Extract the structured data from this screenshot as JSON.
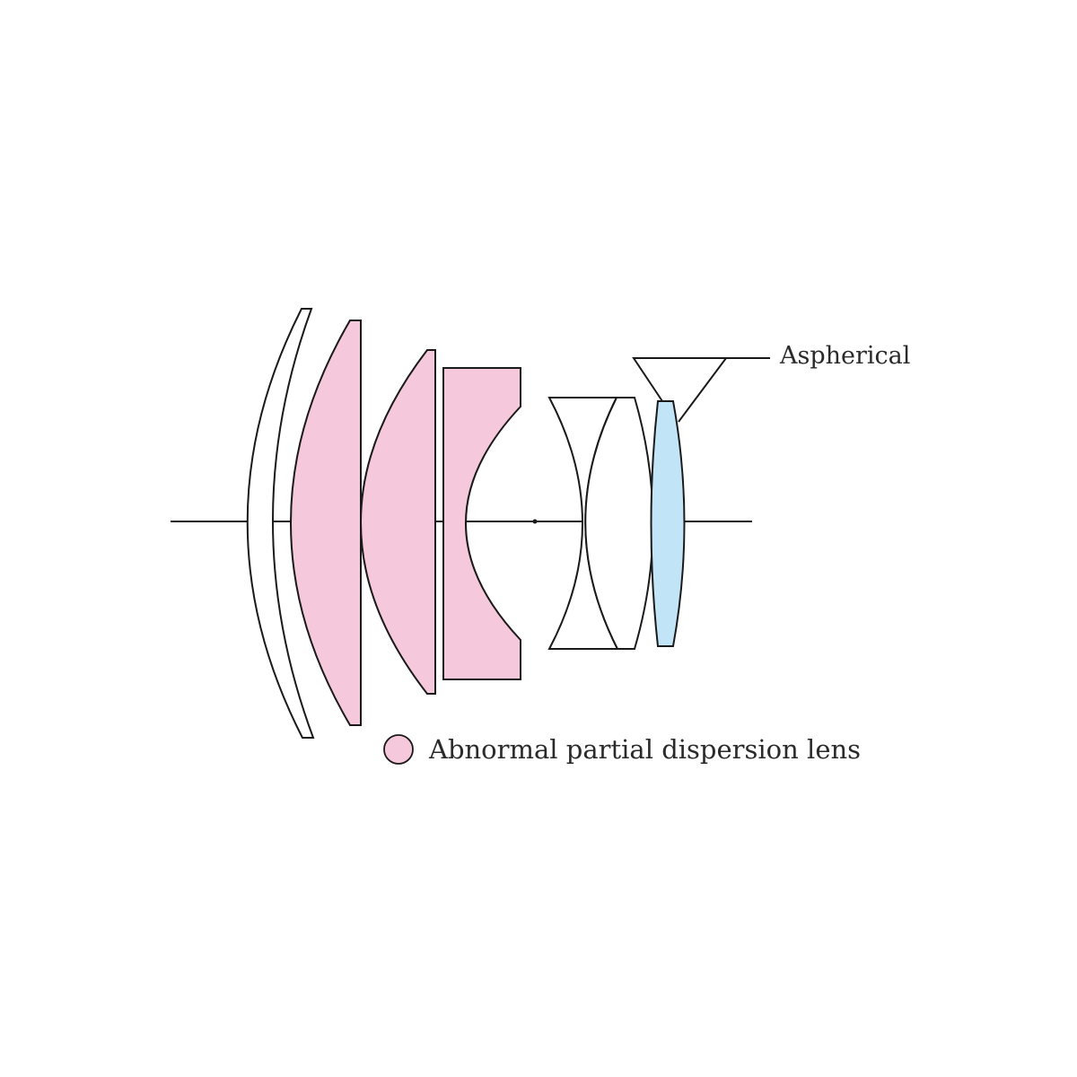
{
  "diagram": {
    "aspherical_label": "Aspherical",
    "legend_label": "Abnormal partial dispersion lens",
    "colors": {
      "abnormal_partial_dispersion": "#f6c8dc",
      "aspherical_element": "#c2e4f7",
      "standard_element": "#ffffff",
      "line": "#1a1a1a"
    },
    "elements": [
      {
        "id": "element-1",
        "type": "standard"
      },
      {
        "id": "element-2",
        "type": "abnormal-partial-dispersion"
      },
      {
        "id": "element-3",
        "type": "abnormal-partial-dispersion"
      },
      {
        "id": "element-4",
        "type": "abnormal-partial-dispersion"
      },
      {
        "id": "element-5",
        "type": "standard"
      },
      {
        "id": "element-6",
        "type": "standard"
      },
      {
        "id": "element-7",
        "type": "aspherical"
      }
    ]
  }
}
